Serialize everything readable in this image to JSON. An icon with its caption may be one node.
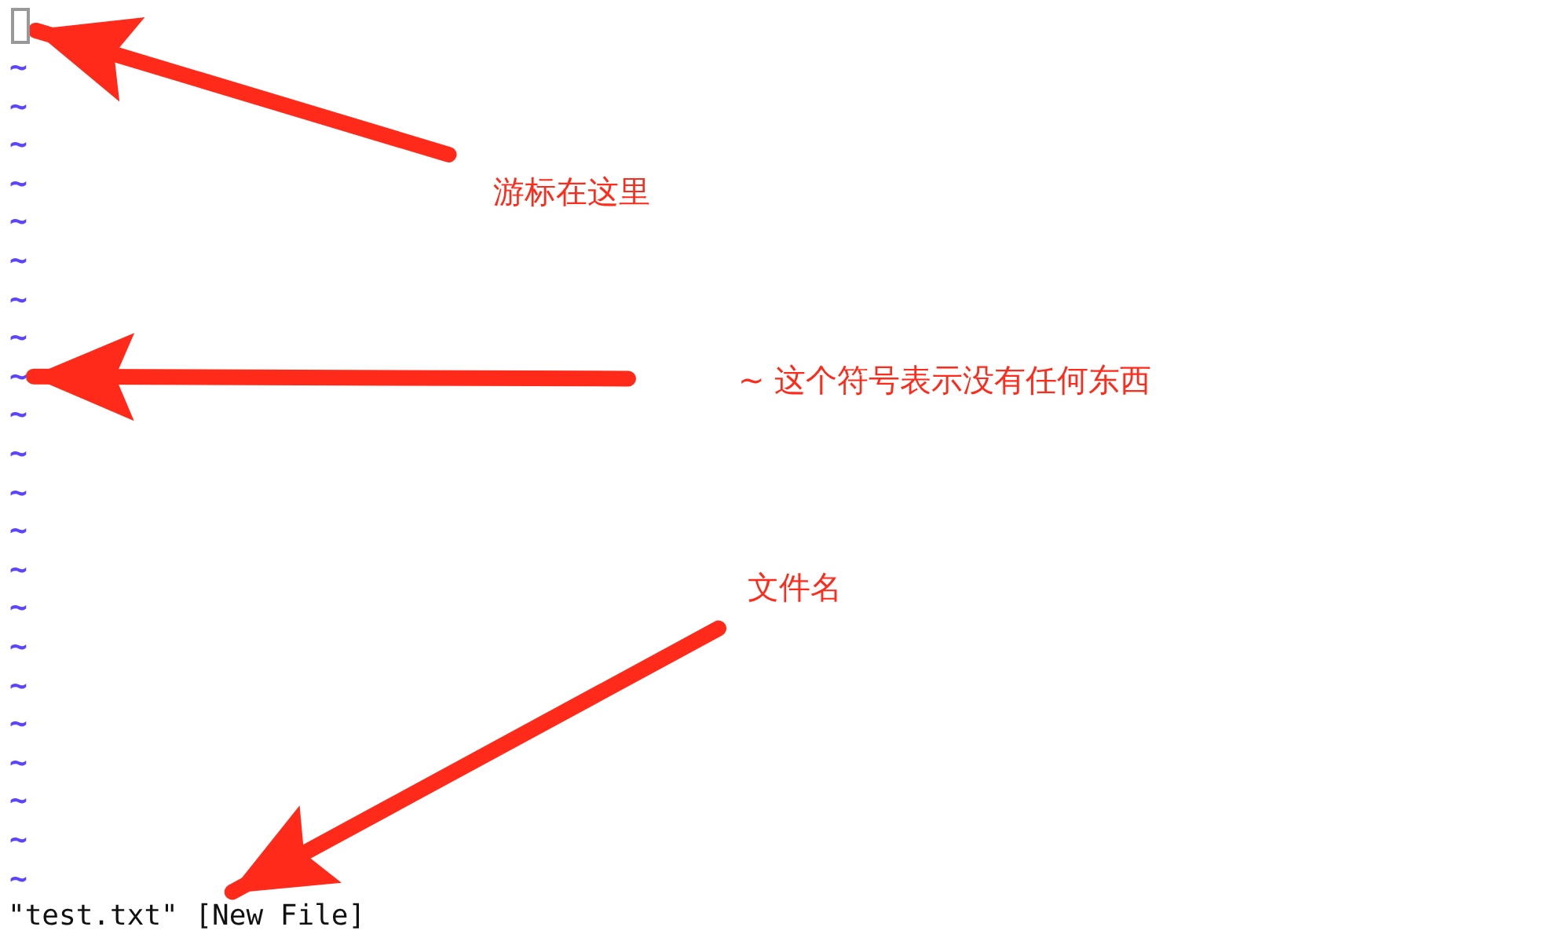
{
  "diagram": {
    "nodes": [
      {
        "text": [],
        "shape": "box"
      },
      {
        "text": [
          "游标在这里"
        ]
      },
      {
        "text": [
          "~"
        ]
      },
      {
        "text": [
          "~ 这个符号表示没有任何东西"
        ]
      },
      {
        "text": [
          "文件名"
        ]
      },
      {
        "text": [
          "\"test.txt\" [New File]"
        ]
      }
    ],
    "edges": [
      {
        "from": 1,
        "to": 0,
        "arrow": "to"
      },
      {
        "from": 3,
        "to": 2,
        "arrow": "to"
      },
      {
        "from": 4,
        "to": 5,
        "arrow": "to"
      }
    ],
    "labels": [
      "~",
      "~",
      "~",
      "~",
      "~",
      "~",
      "~",
      "~",
      "~",
      "~",
      "~",
      "~",
      "~",
      "~",
      "~",
      "~",
      "~",
      "~",
      "~",
      "~",
      "~"
    ]
  }
}
